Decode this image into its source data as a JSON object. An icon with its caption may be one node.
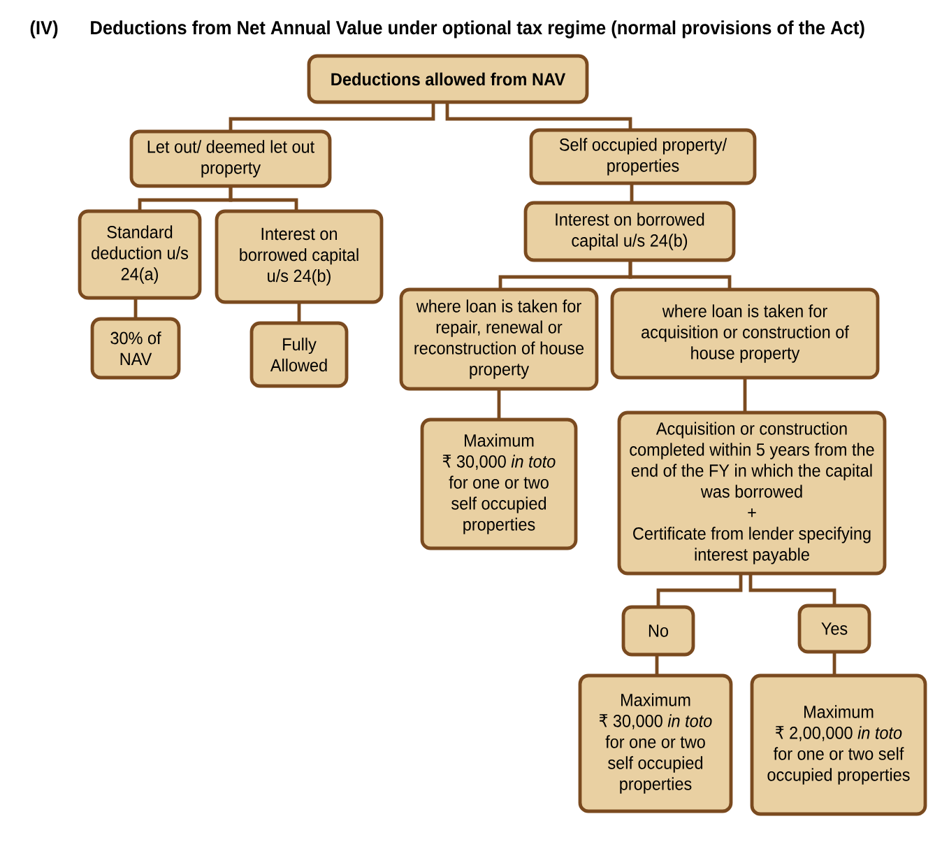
{
  "diagram": {
    "title": "Deductions from Net Annual Value under optional tax regime (normal provisions of the Act)",
    "nodes": [
      {
        "text": [
          "Deductions allowed from NAV"
        ]
      },
      {
        "text": [
          "Let out/ deemed let out property"
        ]
      },
      {
        "text": [
          "Self occupied property/ properties"
        ]
      },
      {
        "text": [
          "Standard deduction u/s 24(a)"
        ]
      },
      {
        "text": [
          "Interest on borrowed capital u/s 24(b)"
        ]
      },
      {
        "text": [
          "30% of NAV"
        ]
      },
      {
        "text": [
          "Fully Allowed"
        ]
      },
      {
        "text": [
          "Interest on borrowed capital u/s 24(b)"
        ]
      },
      {
        "text": [
          "where loan is taken for repair, renewal or reconstruction of house property"
        ]
      },
      {
        "text": [
          "where loan is taken for acquisition or construction of house property"
        ]
      },
      {
        "text": [
          "Maximum ₹ 30,000 *in toto* for one or two self occupied properties"
        ]
      },
      {
        "text": [
          "Acquisition or construction completed within 5 years from the end of the FY in which the capital was borrowed",
          "+",
          "Certificate from lender specifying interest payable"
        ]
      },
      {
        "text": [
          "No"
        ]
      },
      {
        "text": [
          "Yes"
        ]
      },
      {
        "text": [
          "Maximum ₹ 30,000 *in toto* for one or two self occupied properties"
        ]
      },
      {
        "text": [
          "Maximum ₹ 2,00,000 *in toto* for one or two self occupied properties"
        ]
      }
    ],
    "edges": [
      {
        "from": 0,
        "to": 1,
        "arrow": "none"
      },
      {
        "from": 0,
        "to": 2,
        "arrow": "none"
      },
      {
        "from": 1,
        "to": 3,
        "arrow": "none"
      },
      {
        "from": 1,
        "to": 4,
        "arrow": "none"
      },
      {
        "from": 3,
        "to": 5,
        "arrow": "none"
      },
      {
        "from": 4,
        "to": 6,
        "arrow": "none"
      },
      {
        "from": 2,
        "to": 7,
        "arrow": "none"
      },
      {
        "from": 7,
        "to": 8,
        "arrow": "none"
      },
      {
        "from": 7,
        "to": 9,
        "arrow": "none"
      },
      {
        "from": 8,
        "to": 10,
        "arrow": "none"
      },
      {
        "from": 9,
        "to": 11,
        "arrow": "none"
      },
      {
        "from": 11,
        "to": 12,
        "arrow": "none"
      },
      {
        "from": 11,
        "to": 13,
        "arrow": "none"
      },
      {
        "from": 12,
        "to": 14,
        "arrow": "none"
      },
      {
        "from": 13,
        "to": 15,
        "arrow": "none"
      }
    ],
    "labels": [
      "(IV)"
    ]
  }
}
